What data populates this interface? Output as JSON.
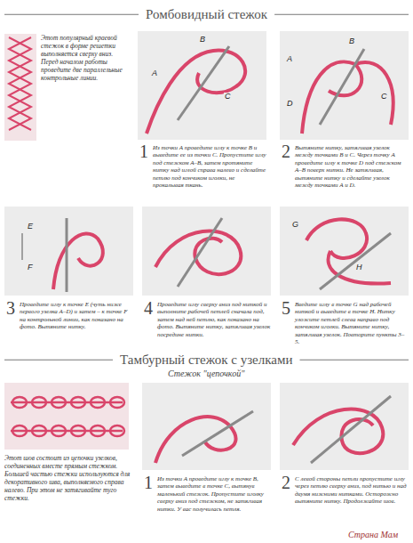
{
  "diagram": {
    "title": "Ромбовидный стежок",
    "labels": [
      "Этот популярный краевой стежок в форме решетки выполняется сверху вниз. Перед началом работы проведите две параллельные контрольные линии.",
      "1",
      "Из точки A проведите иглу к точке B и выведите ее из точки C. Пропустите иглу под стежком A–B, затем протяните нитку над иглой справа налево и сделайте петлю под кончиком иголки, не прокалывая ткань.",
      "2",
      "Вытяните нитку, затягивая узелок между точками B и C. Через точку A проведите иглу к точке D под стежком A–B поверх нитки. Не затягивая, вытяните нитку и сделайте узелок между точками A и D.",
      "3",
      "Проведите иглу к точке E (чуть ниже первого узелка A–D) и затем – к точке F на контрольной линии, как показано на фото. Вытяните нитку.",
      "4",
      "Проведите иглу сверху вниз под ниткой и выполните рабочей петлей сначала под, затем над ней петлю, как показано на фото. Вытяните нитку, затягивая узелок посредине нитки.",
      "5",
      "Введите иглу в точке G над рабочей ниткой и выведите в точке H. Нитку уложите петлей слева направо под кончиком иголки. Вытяните нитку, затягивая узелок. Повторите пункты 3–5.",
      "Тамбурный стежок с узелками",
      "Стежок \"цепочкой\"",
      "Этот шов состоит из цепочки узелков, соединенных вместе прямым стежком. Большей частью стежки используются для декоративного шва, выполняемого справа налево. При этом не затягивайте туго стежки.",
      "1",
      "Из точки A проведите иглу к точке B, затем выведите в точке C, вытянув маленький стежок. Пропустите иголку сверху вниз под стежком, не затягивая нитки. У вас получилась петля.",
      "2",
      "С левой стороны петли пропустите иглу через петлю сверху вниз, под нитью и над двумя нижними нитками. Осторожно вытяните нитку. Продолжайте шов.",
      "A",
      "B",
      "C",
      "A",
      "D",
      "B",
      "C",
      "E",
      "F",
      "G",
      "H",
      "Страна Мам"
    ]
  }
}
